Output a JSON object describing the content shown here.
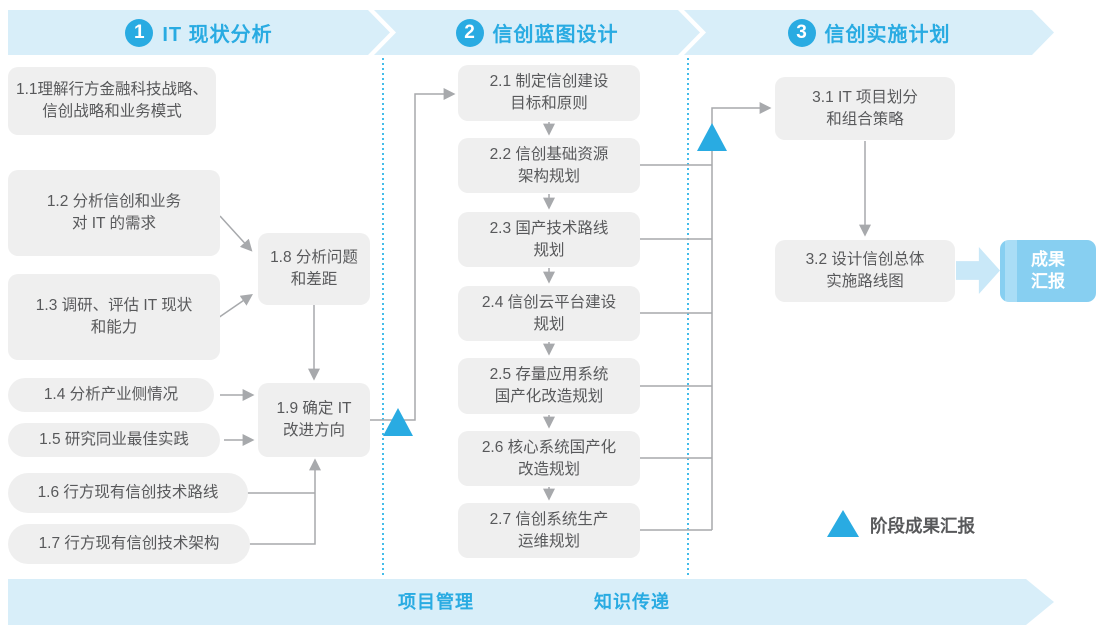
{
  "colors": {
    "accent": "#29ABE2",
    "band-bg": "#D8EEF9",
    "box-bg": "#EFEFEF",
    "box-text": "#58595B",
    "line-gray": "#A7A9AC",
    "dotted": "#45BCE9",
    "deliv-bg": "#87CFF1",
    "deliv-stripe": "#A9DDF6",
    "block-arrow": "#C9E8F8"
  },
  "header": {
    "phases": [
      {
        "number": "1",
        "title": "IT 现状分析"
      },
      {
        "number": "2",
        "title": "信创蓝图设计"
      },
      {
        "number": "3",
        "title": "信创实施计划"
      }
    ]
  },
  "phase1": {
    "b11": {
      "line1": "1.1理解行方金融科技战略、",
      "line2": "信创战略和业务模式"
    },
    "b12": {
      "line1": "1.2 分析信创和业务",
      "line2": "对 IT 的需求"
    },
    "b13": {
      "line1": "1.3 调研、评估 IT 现状",
      "line2": "和能力"
    },
    "b14": {
      "line1": "1.4 分析产业侧情况"
    },
    "b15": {
      "line1": "1.5 研究同业最佳实践"
    },
    "b16": {
      "line1": "1.6 行方现有信创技术路线"
    },
    "b17": {
      "line1": "1.7 行方现有信创技术架构"
    },
    "b18": {
      "line1": "1.8 分析问题",
      "line2": "和差距"
    },
    "b19": {
      "line1": "1.9 确定 IT",
      "line2": "改进方向"
    }
  },
  "phase2": {
    "b21": {
      "line1": "2.1 制定信创建设",
      "line2": "目标和原则"
    },
    "b22": {
      "line1": "2.2 信创基础资源",
      "line2": "架构规划"
    },
    "b23": {
      "line1": "2.3 国产技术路线",
      "line2": "规划"
    },
    "b24": {
      "line1": "2.4 信创云平台建设",
      "line2": "规划"
    },
    "b25": {
      "line1": "2.5 存量应用系统",
      "line2": "国产化改造规划"
    },
    "b26": {
      "line1": "2.6 核心系统国产化",
      "line2": "改造规划"
    },
    "b27": {
      "line1": "2.7 信创系统生产",
      "line2": "运维规划"
    }
  },
  "phase3": {
    "b31": {
      "line1": "3.1 IT 项目划分",
      "line2": "和组合策略"
    },
    "b32": {
      "line1": "3.2 设计信创总体",
      "line2": "实施路线图"
    }
  },
  "deliverable": {
    "line1": "成果",
    "line2": "汇报"
  },
  "legend": {
    "label": "阶段成果汇报"
  },
  "footer": {
    "left_label": "项目管理",
    "right_label": "知识传递"
  }
}
